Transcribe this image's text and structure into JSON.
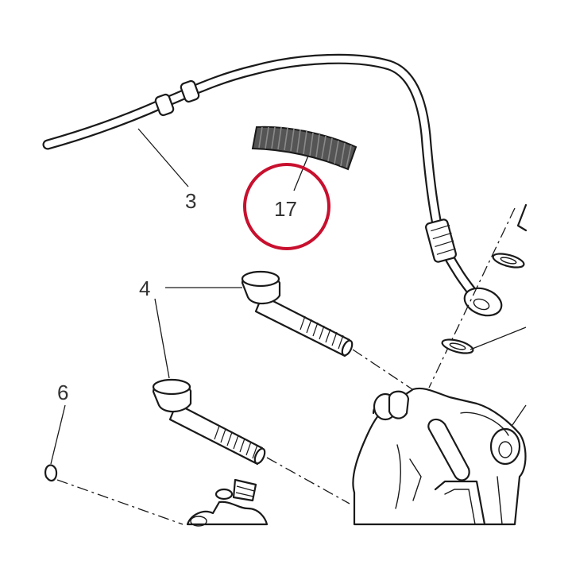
{
  "callouts": {
    "hose_line": "3",
    "bolt": "4",
    "pad_pin": "6",
    "protective_sleeve": "17"
  },
  "colors": {
    "line": "#1a1a1a",
    "highlight_circle": "#c8102e",
    "sleeve_fill": "#555555",
    "label": "#333333"
  }
}
